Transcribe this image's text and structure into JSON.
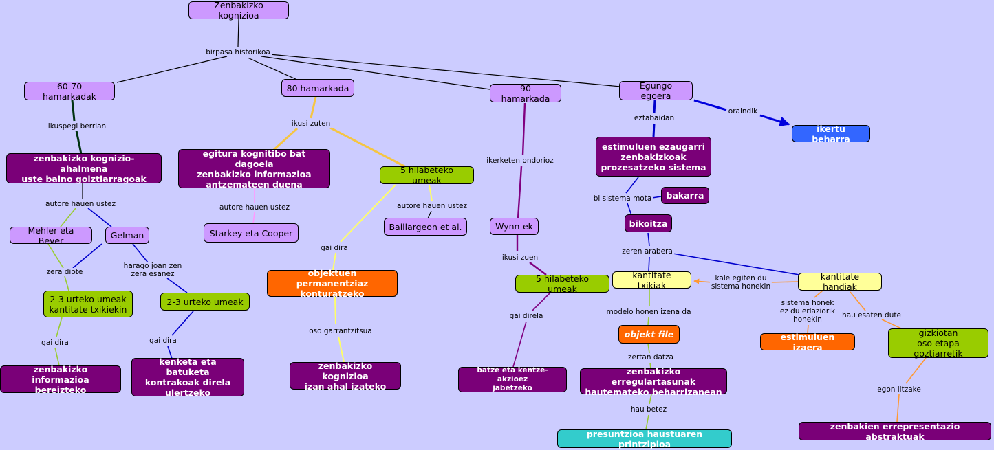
{
  "nodes": {
    "root": "Zenbakizko kognizioa",
    "d6070": "60-70 hamarkadak",
    "d80": "80 hamarkada",
    "d90": "90 hamarkada",
    "egungo": "Egungo egoera",
    "ikertu": "ikertu beharra",
    "goiztiar": "zenbakizko kognizio-ahalmena\nuste baino goiztiarragoak",
    "egitura": "egitura kognitibo bat dagoela\nzenbakizko informazioa\nantzemateen duena",
    "umeak5a": "5 hilabeteko umeak",
    "estimuluen": "estimuluen ezaugarri\nzenbakizkoak\nprozesatzeko sistema",
    "bakarra": "bakarra",
    "bikoitza": "bikoitza",
    "mehler": "Mehler eta Bever",
    "gelman": "Gelman",
    "starkey": "Starkey eta Cooper",
    "baillargeon": "Baillargeon et al.",
    "wynn": "Wynn-ek",
    "umeak5b": "5 hilabeteko umeak",
    "txikiak": "kantitate txikiak",
    "handiak": "kantitate handiak",
    "urte23a": "2-3 urteko umeak\nkantitate txikiekin",
    "urte23b": "2-3 urteko umeak",
    "objektuen": "objektuen permanentziaz\nkonturatzeko",
    "bereizteko": "zenbakizko informazioa\nbereizteko",
    "kenketa": "kenketa eta batuketa\nkontrakoak direla\nulertzeko",
    "kognizioa": "zenbakizko kognizioa\nizan ahal izateko",
    "batze": "batze eta kentze-akzioez\njabetzeko",
    "objekt": "objekt file",
    "erregular": "zenbakizko erregulartasunak\nhautemateko beharrizanean",
    "presuntzioa": "presuntzioa haustuaren printzipioa",
    "izaera": "estimuluen izaera",
    "gizkiotan": "gizkiotan\noso etapa goztiarretik",
    "errepresentazio": "zenbakien errepresentazio abstraktuak"
  },
  "labels": {
    "birpasa": "birpasa historikoa",
    "ikuspegi": "ikuspegi berrian",
    "ikusi_zuten": "ikusi zuten",
    "ikerketen": "ikerketen ondorioz",
    "eztabaidan": "eztabaidan",
    "oraindik": "oraindik",
    "autore1": "autore hauen ustez",
    "autore2": "autore hauen ustez",
    "autore3": "autore hauen ustez",
    "bisistema": "bi sistema mota",
    "zera_diote": "zera diote",
    "harago": "harago joan zen\nzera esanez",
    "gai_dira1": "gai dira",
    "gai_dira2": "gai dira",
    "gai_dira3": "gai dira",
    "gai_direla": "gai direla",
    "ikusi_zuen": "ikusi zuen",
    "zeren": "zeren arabera",
    "kale": "kale egiten du\nsistema honekin",
    "modelo": "modelo honen izena da",
    "sistema_honek": "sistema honek\nez du erlaziorik\nhonekin",
    "hau_esaten": "hau esaten dute",
    "oso_garrantz": "oso garrantzitsua",
    "zertan": "zertan datza",
    "hau_betez": "hau betez",
    "egon": "egon litzake"
  },
  "colors": {
    "background": "#ccccff",
    "lavender": "#cc99ff",
    "purple": "#7a0078",
    "green": "#99cc00",
    "orange": "#ff6600",
    "yellow": "#ffff99",
    "blue": "#3366ff",
    "cyan": "#33cccc"
  }
}
